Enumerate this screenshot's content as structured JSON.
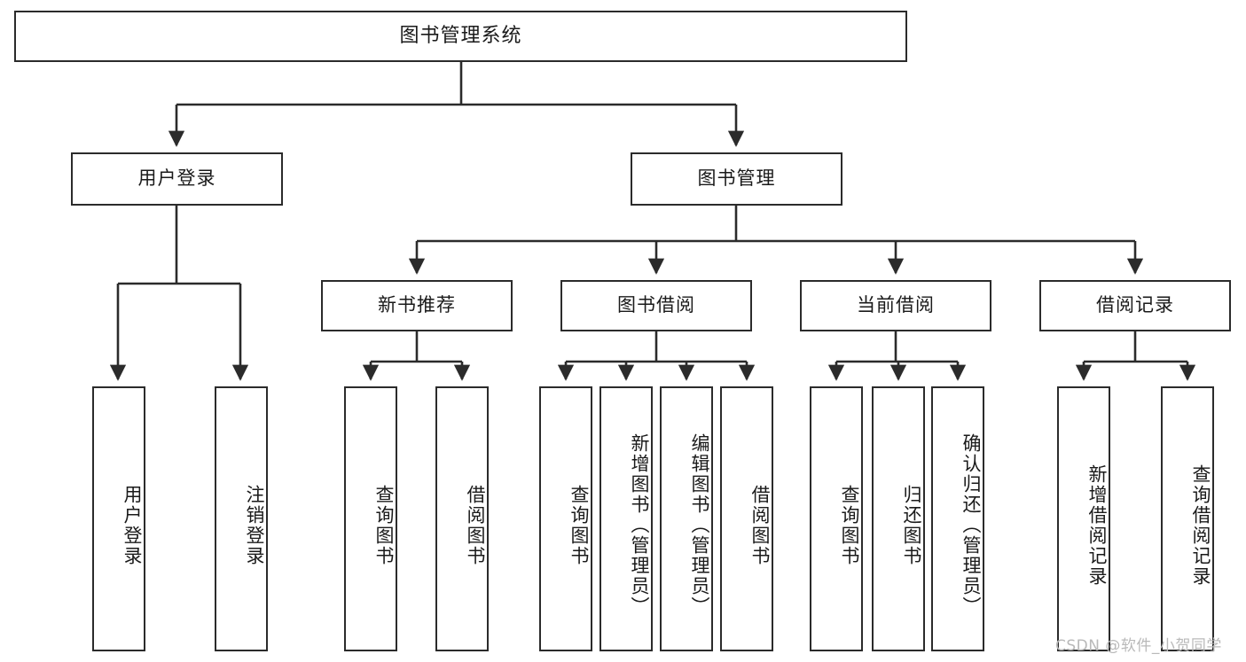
{
  "diagram": {
    "title": "图书管理系统",
    "watermark": "CSDN @软件_小贺同学",
    "line_color": "#2b2b2b",
    "node_fill": "#ffffff",
    "text_color": "#1a1a1a",
    "watermark_color": "#b9b9b9"
  },
  "nodes": {
    "root": {
      "label": "图书管理系统"
    },
    "level2": [
      {
        "id": "user-login",
        "label": "用户登录"
      },
      {
        "id": "book-manage",
        "label": "图书管理"
      }
    ],
    "level3": [
      {
        "id": "new-book-recommend",
        "label": "新书推荐"
      },
      {
        "id": "book-borrow",
        "label": "图书借阅"
      },
      {
        "id": "current-borrow",
        "label": "当前借阅"
      },
      {
        "id": "borrow-record",
        "label": "借阅记录"
      }
    ],
    "leaves": {
      "user_login": [
        {
          "id": "leaf-user-login",
          "label": "用户登录"
        },
        {
          "id": "leaf-logout",
          "label": "注销登录"
        }
      ],
      "new_book_recommend": [
        {
          "id": "leaf-query-book-1",
          "label": "查询图书"
        },
        {
          "id": "leaf-borrow-book-1",
          "label": "借阅图书"
        }
      ],
      "book_borrow": [
        {
          "id": "leaf-query-book-2",
          "label": "查询图书"
        },
        {
          "id": "leaf-add-book",
          "label": "新增图书（管理员）"
        },
        {
          "id": "leaf-edit-book",
          "label": "编辑图书（管理员）"
        },
        {
          "id": "leaf-borrow-book-2",
          "label": "借阅图书"
        }
      ],
      "current_borrow": [
        {
          "id": "leaf-query-book-3",
          "label": "查询图书"
        },
        {
          "id": "leaf-return-book",
          "label": "归还图书"
        },
        {
          "id": "leaf-confirm-return",
          "label": "确认归还（管理员）"
        }
      ],
      "borrow_record": [
        {
          "id": "leaf-add-record",
          "label": "新增借阅记录"
        },
        {
          "id": "leaf-query-record",
          "label": "查询借阅记录"
        }
      ]
    }
  }
}
